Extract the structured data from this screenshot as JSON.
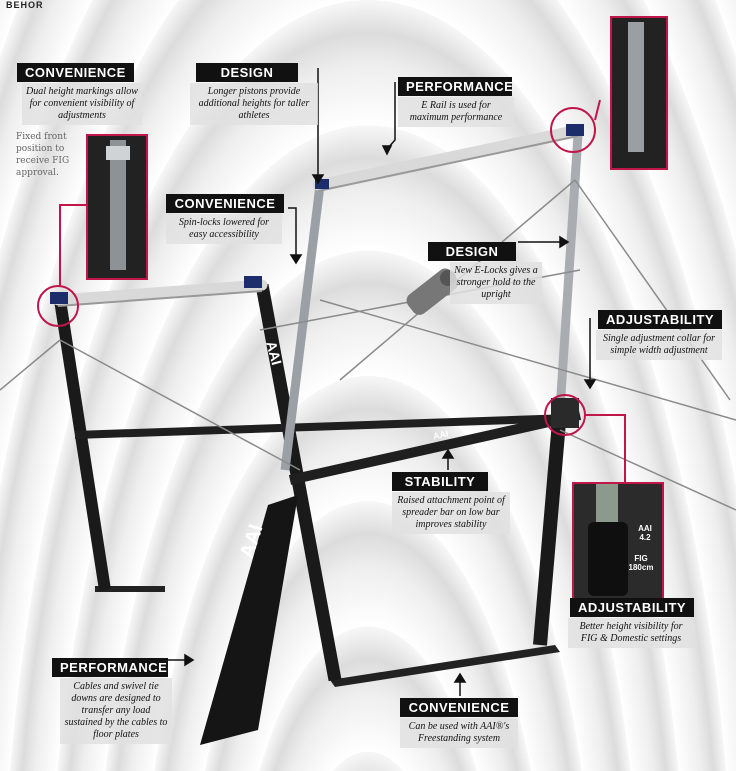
{
  "corner_text": "BEHOR",
  "accent_color": "#c0164a",
  "callouts": {
    "convenience_heights": {
      "tag": "CONVENIENCE",
      "text": "Dual height markings allow for convenient visibility of adjustments"
    },
    "fixed_front": {
      "text": "Fixed front position to receive FIG approval."
    },
    "design_pistons": {
      "tag": "DESIGN",
      "text": "Longer pistons provide additional heights for taller athletes"
    },
    "performance_rail": {
      "tag": "PERFORMANCE",
      "text": "E Rail is used for maximum performance"
    },
    "convenience_spinlocks": {
      "tag": "CONVENIENCE",
      "text": "Spin-locks lowered for easy accessibility"
    },
    "design_elocks": {
      "tag": "DESIGN",
      "text": "New E-Locks gives a stronger hold to the upright"
    },
    "adjustability_collar": {
      "tag": "ADJUSTABILITY",
      "text": "Single adjustment collar for simple width adjustment"
    },
    "stability": {
      "tag": "STABILITY",
      "text": "Raised attachment point of spreader bar on low bar improves stability"
    },
    "adjustability_visibility": {
      "tag": "ADJUSTABILITY",
      "text": "Better height visibility for FIG & Domestic settings"
    },
    "performance_cables": {
      "tag": "PERFORMANCE",
      "text": "Cables and swivel tie downs are designed to transfer any load sustained by the cables to floor plates"
    },
    "convenience_freestanding": {
      "tag": "CONVENIENCE",
      "text": "Can be used with AAI®'s Freestanding system"
    }
  },
  "inset_labels": {
    "aai": "AAI 4.2",
    "fig": "FIG 180cm"
  },
  "brand_marks": {
    "upright": "AAI",
    "spreader": "AAI",
    "pad": "AAI"
  }
}
